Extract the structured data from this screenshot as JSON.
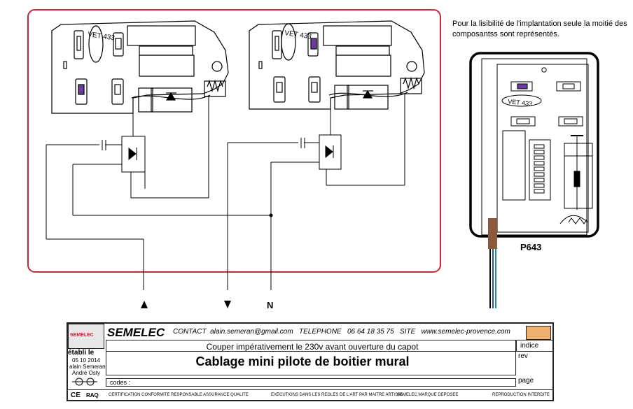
{
  "note": "Pour la lisibilité de l'implantation seule la moitié des composantss sont représentés.",
  "module_part_label": "VET 433",
  "pilot_label": "P643",
  "terminal_label_n": "N",
  "cartouche": {
    "brand": "SEMELEC",
    "logo_text": "SEMELEC",
    "contact_label": "CONTACT",
    "email": "alain.semeran@gmail.com",
    "telephone_label": "TELEPHONE",
    "telephone": "06 64 18 35 75",
    "site_label": "SITE",
    "site": "www.semelec-provence.com",
    "notice": "Couper impérativement le 230v avant ouverture du capot",
    "title": "Cablage mini pilote de boitier mural",
    "established_label": "établi le",
    "established_date": "05 10 2014",
    "author1": "alain Semeran",
    "author2": "André Osty",
    "indice_label": "indice",
    "rev_label": "rev",
    "page_label": "page",
    "codes_label": "codes :",
    "ce_label": "CE",
    "raq_label": "RAQ",
    "footer1": "CERTIFICATION CONFORMITE RESPONSABLE ASSURANCE QUALITE",
    "footer2": "EXECUTIONS DANS LES REGLES DE L'ART PAR MAITRE ARTISAN",
    "footer3": "SEMELEC MARQUE DEPOSEE",
    "footer4": "REPRODUCTION INTERDITE"
  },
  "colors": {
    "frame_red": "#c8283a",
    "wire_brown": "#8b5a3c",
    "wire_blue": "#1e5aa0",
    "wire_teal": "#1a8a8a",
    "chip_purple": "#6a3d9a"
  }
}
